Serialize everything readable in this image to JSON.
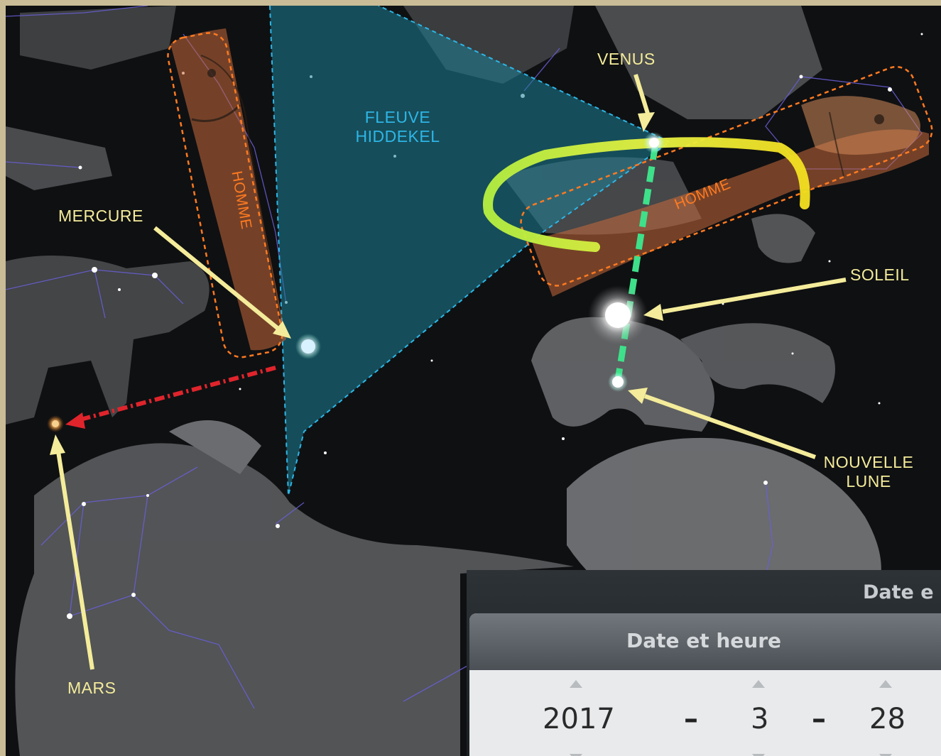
{
  "labels": {
    "venus": "VENUS",
    "fleuve_line1": "FLEUVE",
    "fleuve_line2": "HIDDEKEL",
    "mercure": "MERCURE",
    "soleil": "SOLEIL",
    "nouvelle_lune_line1": "NOUVELLE",
    "nouvelle_lune_line2": "LUNE",
    "mars": "MARS",
    "homme_left": "HOMME",
    "homme_right": "HOMME"
  },
  "date_panel": {
    "back_title": "Date e",
    "title": "Date et heure",
    "year": "2017",
    "month": "3",
    "day": "28",
    "separator": "–"
  },
  "colors": {
    "annotation_arrow": "#f4ec9a",
    "river": "#1e7f95",
    "man_figure": "#c8693a",
    "ecliptic_dash": "#3ee08a",
    "mars_arrow": "#e0242c",
    "constellation_lines": "#6a5fd8"
  }
}
